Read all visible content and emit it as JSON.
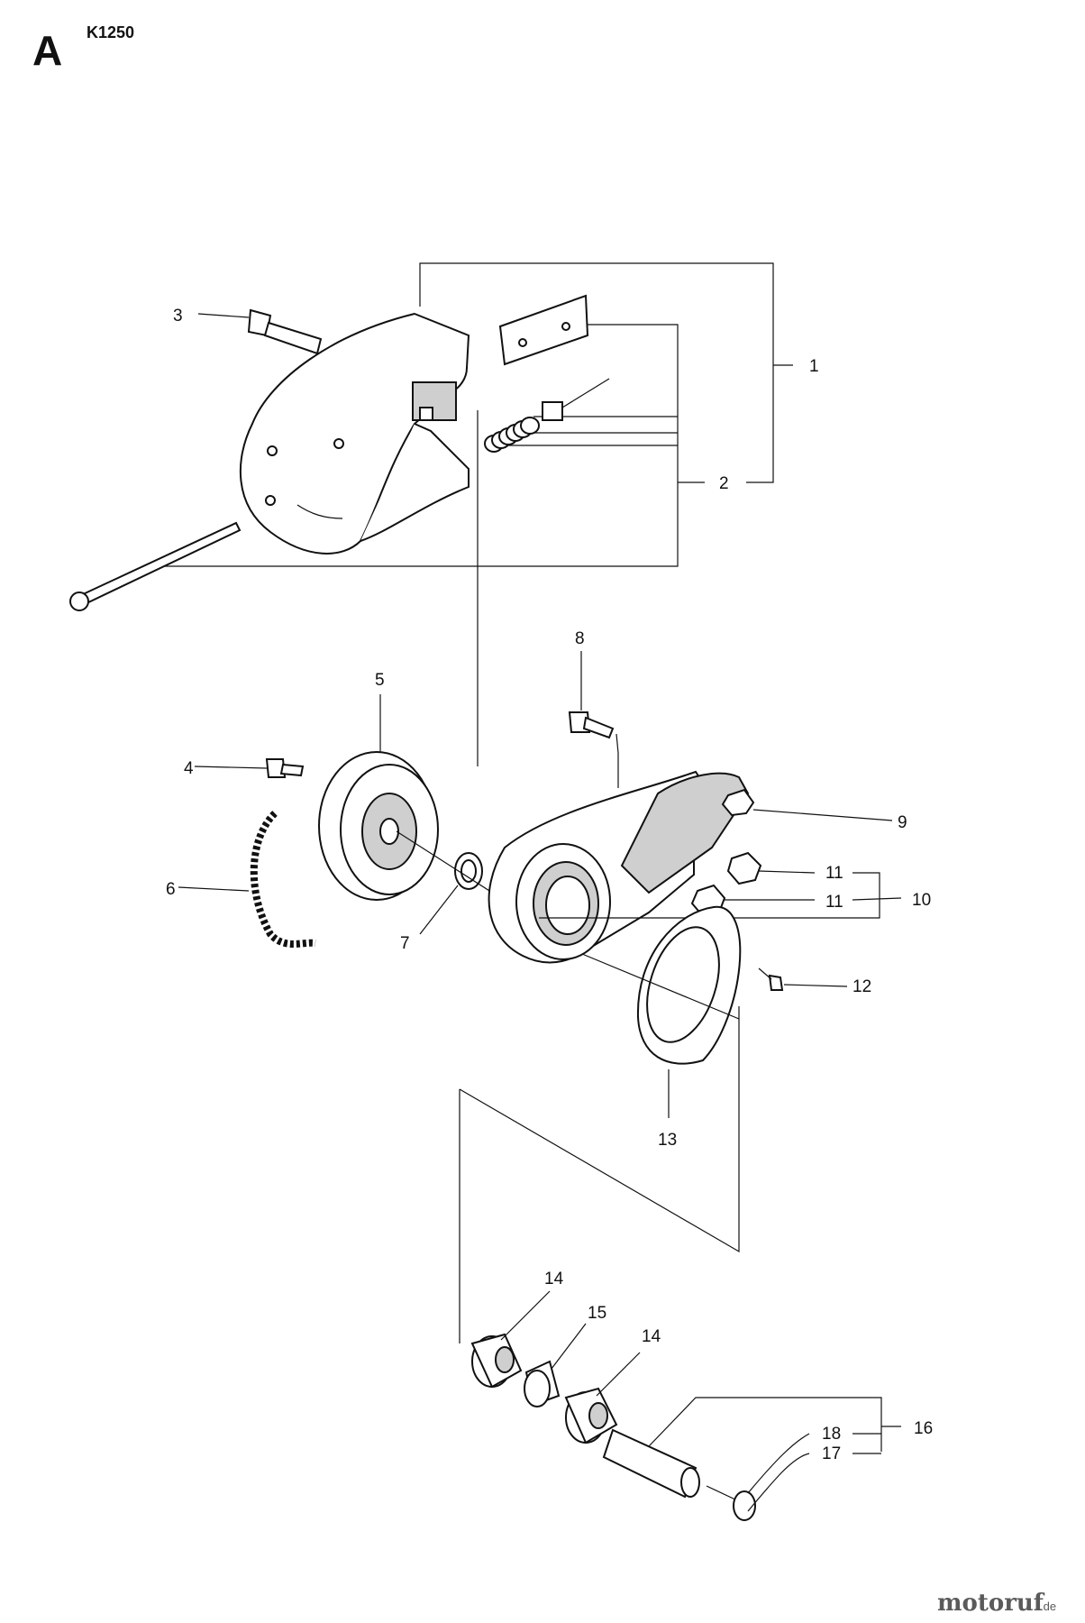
{
  "header": {
    "section_letter": "A",
    "model": "K1250"
  },
  "callouts": [
    "1",
    "2",
    "3",
    "4",
    "5",
    "6",
    "7",
    "8",
    "9",
    "10",
    "11",
    "11",
    "12",
    "13",
    "14",
    "15",
    "14",
    "16",
    "17",
    "18"
  ],
  "watermark": {
    "brand": "motoruf",
    "suffix": ".de",
    "colors": [
      "#1a5fb4",
      "#e01b24",
      "#f6d32d",
      "#2ec27e",
      "#1a5fb4",
      "#e01b24",
      "#2ec27e"
    ]
  }
}
